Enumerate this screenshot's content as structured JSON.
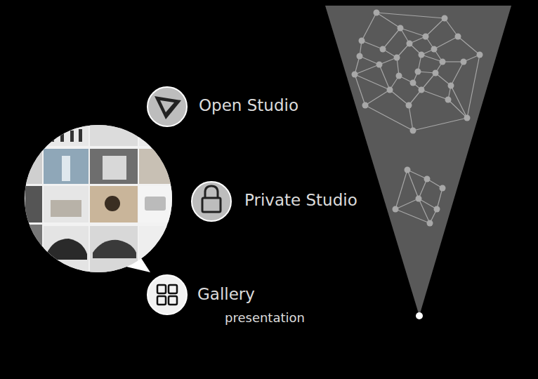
{
  "diagram": {
    "labels": [
      "Open Studio",
      "Private Studio",
      "Gallery",
      "presentation"
    ]
  }
}
